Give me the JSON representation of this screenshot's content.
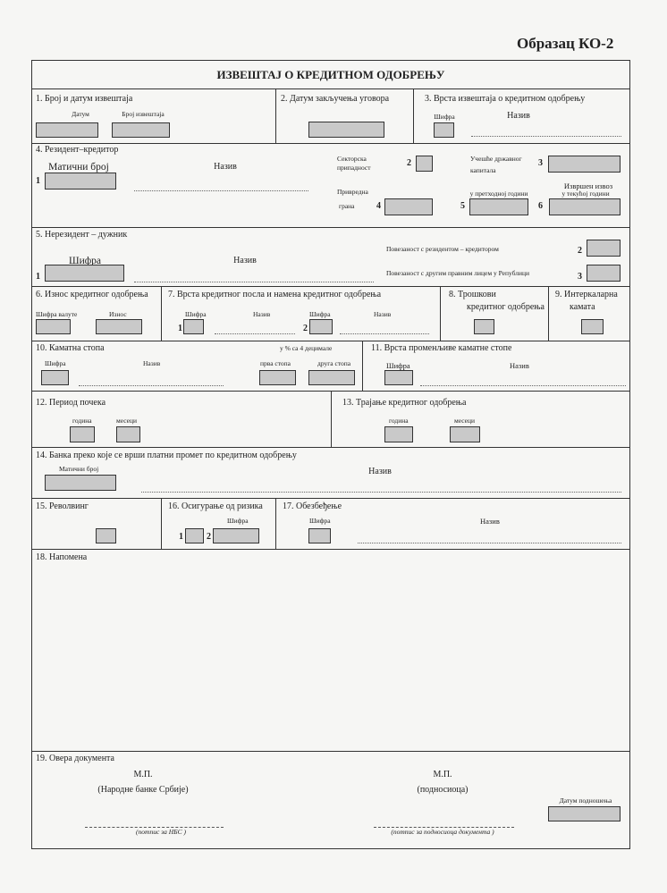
{
  "form_code": "Образац КО-2",
  "title": "ИЗВЕШТАЈ О КРЕДИТНОМ ОДОБРЕЊУ",
  "s1": {
    "label": "1. Број и датум извештаја",
    "date": "Датум",
    "number": "Број извештаја"
  },
  "s2": {
    "label": "2. Датум закључења уговора"
  },
  "s3": {
    "label": "3. Врста извештаја о кредитном одобрењу",
    "code": "Шифра",
    "name": "Назив"
  },
  "s4": {
    "label": "4. Резидент–кредитор",
    "reg_no": "Матични број",
    "name": "Назив",
    "n1": "1",
    "sector1": "Секторска",
    "sector2": "припадност",
    "n2": "2",
    "state1": "Учешће државног",
    "state2": "капитала",
    "n3": "3",
    "industry1": "Привредна",
    "industry2": "грана",
    "n4": "4",
    "export": "Извршен извоз",
    "prev_year": "у претходној години",
    "cur_year": "у текућој години",
    "n5": "5",
    "n6": "6"
  },
  "s5": {
    "label": "5. Нерезидент – дужник",
    "code": "Шифра",
    "name": "Назив",
    "n1": "1",
    "rel_resident": "Повезаност с резидентом – кредитором",
    "n2": "2",
    "rel_other": "Повезаност с другим правним лицем у Републици",
    "n3": "3"
  },
  "s6": {
    "label": "6. Износ кредитног одобрења",
    "currency": "Шифра валуте",
    "amount": "Износ"
  },
  "s7": {
    "label": "7. Врста кредитног посла и намена кредитног одобрења",
    "code1": "Шифра",
    "name1": "Назив",
    "code2": "Шифра",
    "name2": "Назив",
    "n1": "1",
    "n2": "2"
  },
  "s8": {
    "label1": "8. Трошкови",
    "label2": "кредитног одобрења"
  },
  "s9": {
    "label1": "9. Интеркаларна",
    "label2": "камата"
  },
  "s10": {
    "label": "10. Каматна стопа",
    "note": "у % са 4 децимале",
    "code": "Шифра",
    "name": "Назив",
    "rate1": "прва стопа",
    "rate2": "друга стопа"
  },
  "s11": {
    "label": "11. Врста променљиве каматне стопе",
    "code": "Шифра",
    "name": "Назив"
  },
  "s12": {
    "label": "12. Период почека",
    "years": "година",
    "months": "месеци"
  },
  "s13": {
    "label": "13. Трајање кредитног одобрења",
    "years": "година",
    "months": "месеци"
  },
  "s14": {
    "label": "14. Банка преко које се врши платни промет по кредитном одобрењу",
    "reg_no": "Матични број",
    "name": "Назив"
  },
  "s15": {
    "label": "15. Револвинг"
  },
  "s16": {
    "label": "16. Осигурање од ризика",
    "code": "Шифра",
    "n1": "1",
    "n2": "2"
  },
  "s17": {
    "label": "17. Обезбеђење",
    "code": "Шифра",
    "name": "Назив"
  },
  "s18": {
    "label": "18. Напомена"
  },
  "s19": {
    "label": "19. Овера документа",
    "mp1": "М.П.",
    "nbs": "(Народне банке Србије)",
    "mp2": "М.П.",
    "submitter": "(подносиоца)",
    "submit_date": "Датум подношења",
    "sig_nbs": "(потпис за НБС )",
    "sig_sub": "(потпис за подносиоца документа )"
  }
}
